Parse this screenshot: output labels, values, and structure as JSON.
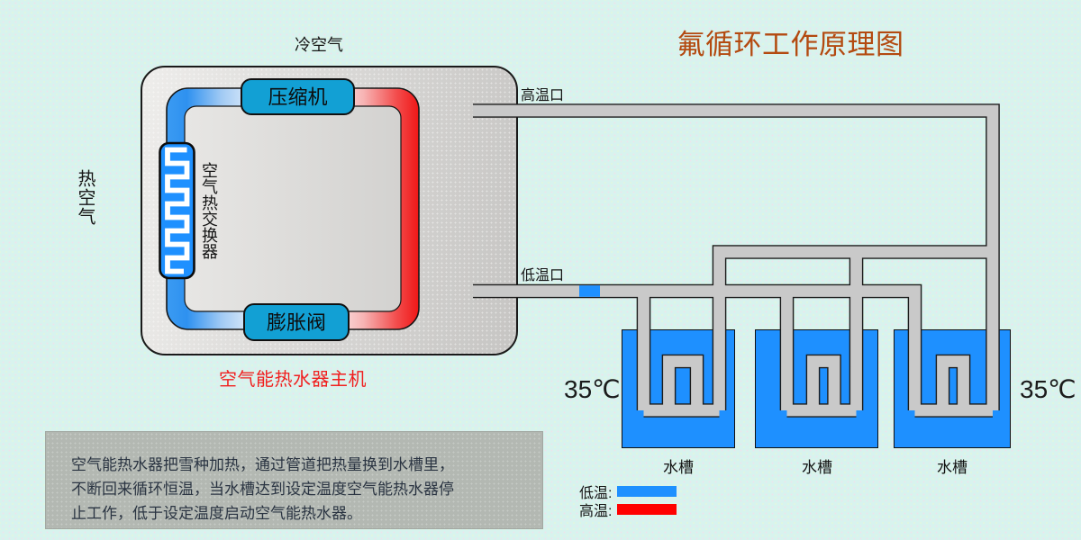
{
  "title": {
    "text": "氟循环工作原理图",
    "color": "#b34a10"
  },
  "labels": {
    "cold_air": "冷空气",
    "hot_air": "热空气",
    "high_temp_port": "高温口",
    "low_temp_port": "低温口",
    "compressor": "压缩机",
    "expansion_valve": "膨胀阀",
    "heat_exchanger": "空气热交换器",
    "unit_caption": "空气能热水器主机",
    "temp_left": "35℃",
    "temp_right": "35℃"
  },
  "tanks": [
    {
      "label": "水槽"
    },
    {
      "label": "水槽"
    },
    {
      "label": "水槽"
    }
  ],
  "legend": {
    "low_label": "低温:",
    "high_label": "高温:",
    "low_color": "#1e90ff",
    "high_color": "#ff0000"
  },
  "description": {
    "lines": [
      "空气能热水器把雪种加热，通过管道把热量换到水槽里，",
      "不断回来循环恒温，当水槽达到设定温度空气能热水器停",
      "止工作，低于设定温度启动空气能热水器。"
    ],
    "text_color": "#2a3442",
    "box_color": "#b3b8b2"
  },
  "colors": {
    "background": "#d8f3ee",
    "unit_body_gray": "#d9d8d6",
    "pipe_gray": "#c9c9c9",
    "pipe_outline": "#1c1c1c",
    "tank_water_blue": "#1e90ff",
    "component_box_blue": "#12a0d4",
    "loop_cold_blue": "#2e91f0",
    "loop_hot_red": "#ef1616",
    "caption_red": "#f02020"
  }
}
